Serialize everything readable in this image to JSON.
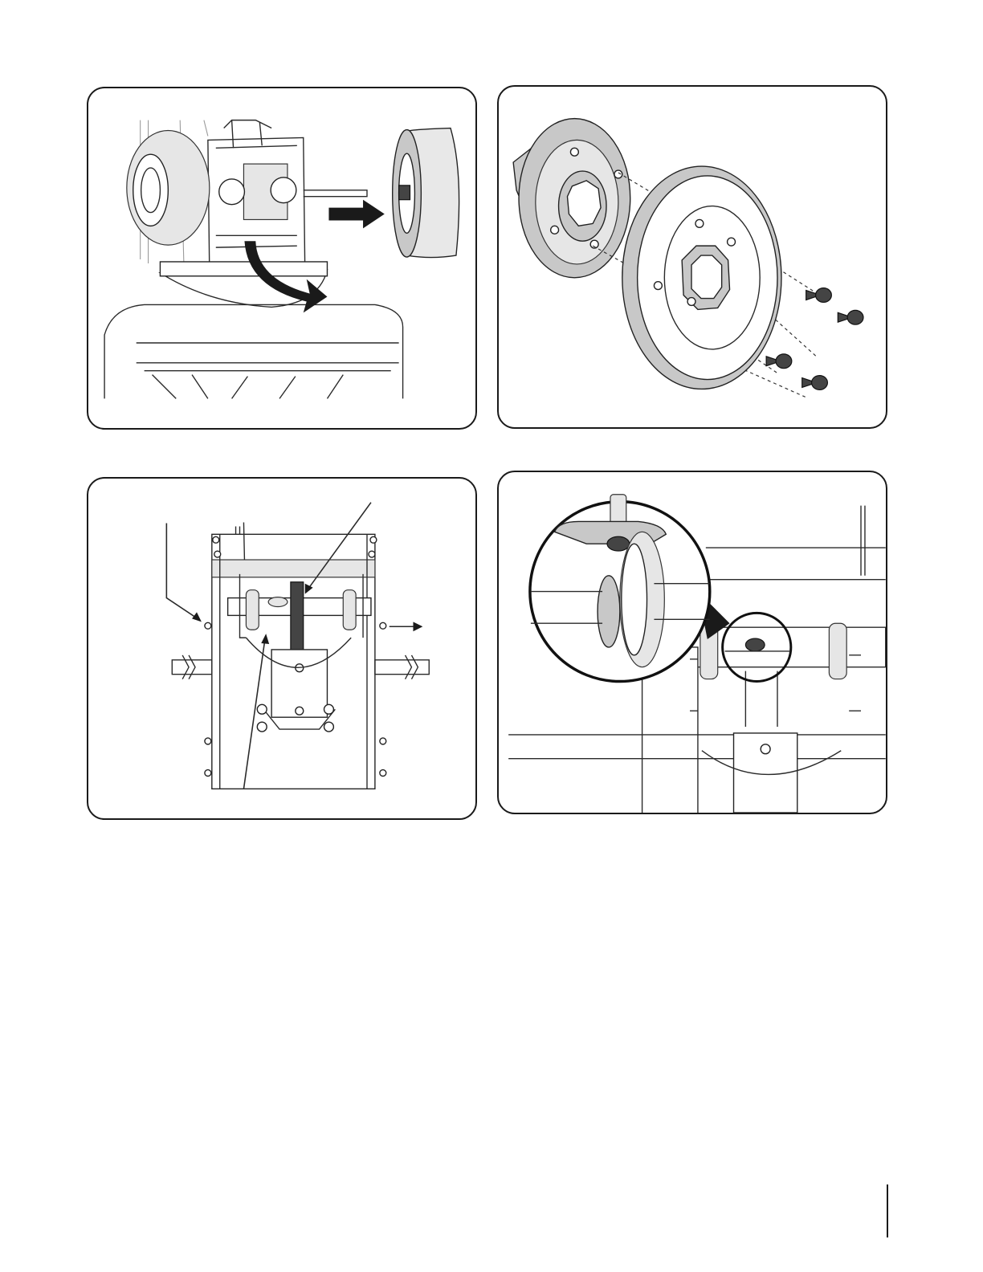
{
  "figures": [
    {
      "id": "fig-wheel-removal",
      "labels": []
    },
    {
      "id": "fig-hub-exploded",
      "labels": []
    },
    {
      "id": "fig-frame-top-view",
      "labels": []
    },
    {
      "id": "fig-shaft-detail",
      "labels": []
    }
  ],
  "colors": {
    "line": "#1a1a1a",
    "fill": "#c8c8c8",
    "light": "#e6e6e6"
  }
}
